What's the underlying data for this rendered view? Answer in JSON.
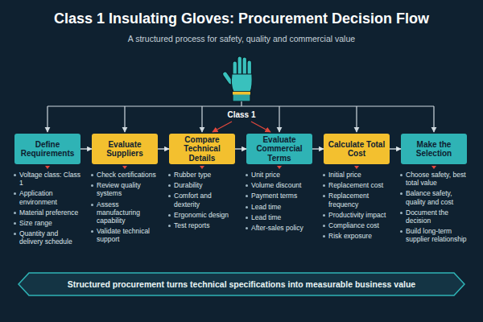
{
  "diagram": {
    "title": "Class 1 Insulating Gloves: Procurement Decision Flow",
    "nodes": [
      {
        "text": [
          "Define Requirements"
        ]
      },
      {
        "text": [
          "Evaluate Suppliers"
        ]
      },
      {
        "text": [
          "Compare Technical Details"
        ]
      },
      {
        "text": [
          "Evaluate Commercial Terms"
        ]
      },
      {
        "text": [
          "Calculate Total Cost"
        ]
      },
      {
        "text": [
          "Make the Selection"
        ]
      },
      {
        "text": [
          "Structured procurement turns technical specifications into measurable business value"
        ]
      }
    ],
    "edges": [
      {
        "from": 0,
        "to": 1,
        "arrow": "to"
      },
      {
        "from": 1,
        "to": 2,
        "arrow": "to"
      },
      {
        "from": 2,
        "to": 3,
        "arrow": "to"
      },
      {
        "from": 3,
        "to": 4,
        "arrow": "to"
      },
      {
        "from": 4,
        "to": 5,
        "arrow": "to"
      }
    ],
    "labels": [
      "A structured process for safety, quality and commercial value",
      "Class 1",
      "Voltage class: Class 1",
      "Application environment",
      "Material preference",
      "Size range",
      "Quantity and delivery schedule",
      "Check certifications",
      "Review quality systems",
      "Assess manufacturing capability",
      "Validate technical support",
      "Rubber type",
      "Durability",
      "Comfort and dexterity",
      "Ergonomic design",
      "Test reports",
      "Unit price",
      "Volume discount",
      "Payment terms",
      "Lead time",
      "Lead time",
      "After-sales policy",
      "Initial price",
      "Replacement cost",
      "Replacement frequency",
      "Productivity impact",
      "Compliance cost",
      "Risk exposure",
      "Choose safety, best total value",
      "Balance safety, quality and cost",
      "Document the decision",
      "Build long-term supplier relationship"
    ]
  }
}
